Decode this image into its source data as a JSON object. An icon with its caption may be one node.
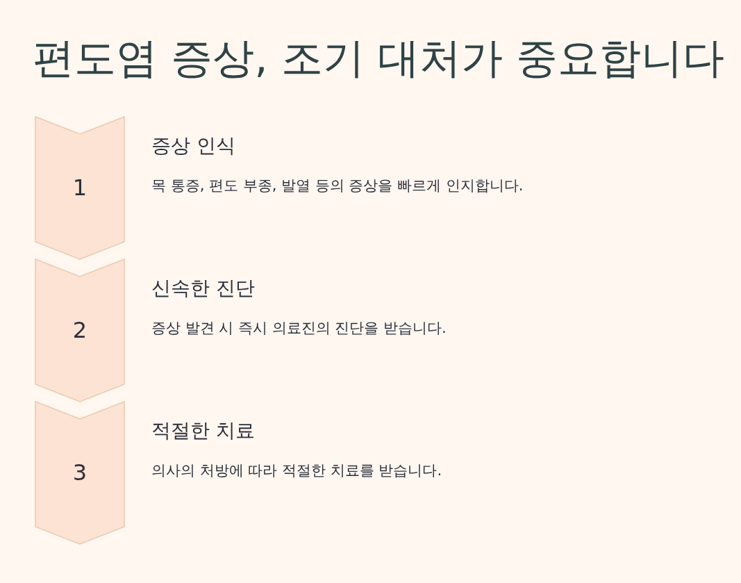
{
  "diagram": {
    "title": "편도염 증상, 조기 대처가 중요합니다",
    "nodes": [
      {
        "text": [
          "1"
        ],
        "beside": [
          "증상 인식",
          "목 통증, 편도 부종, 발열 등의 증상을 빠르게 인지합니다."
        ]
      },
      {
        "text": [
          "2"
        ],
        "beside": [
          "신속한 진단",
          "증상 발견 시 즉시 의료진의 진단을 받습니다."
        ]
      },
      {
        "text": [
          "3"
        ],
        "beside": [
          "적절한 치료",
          "의사의 처방에 따라 적절한 치료를 받습니다."
        ]
      }
    ]
  }
}
